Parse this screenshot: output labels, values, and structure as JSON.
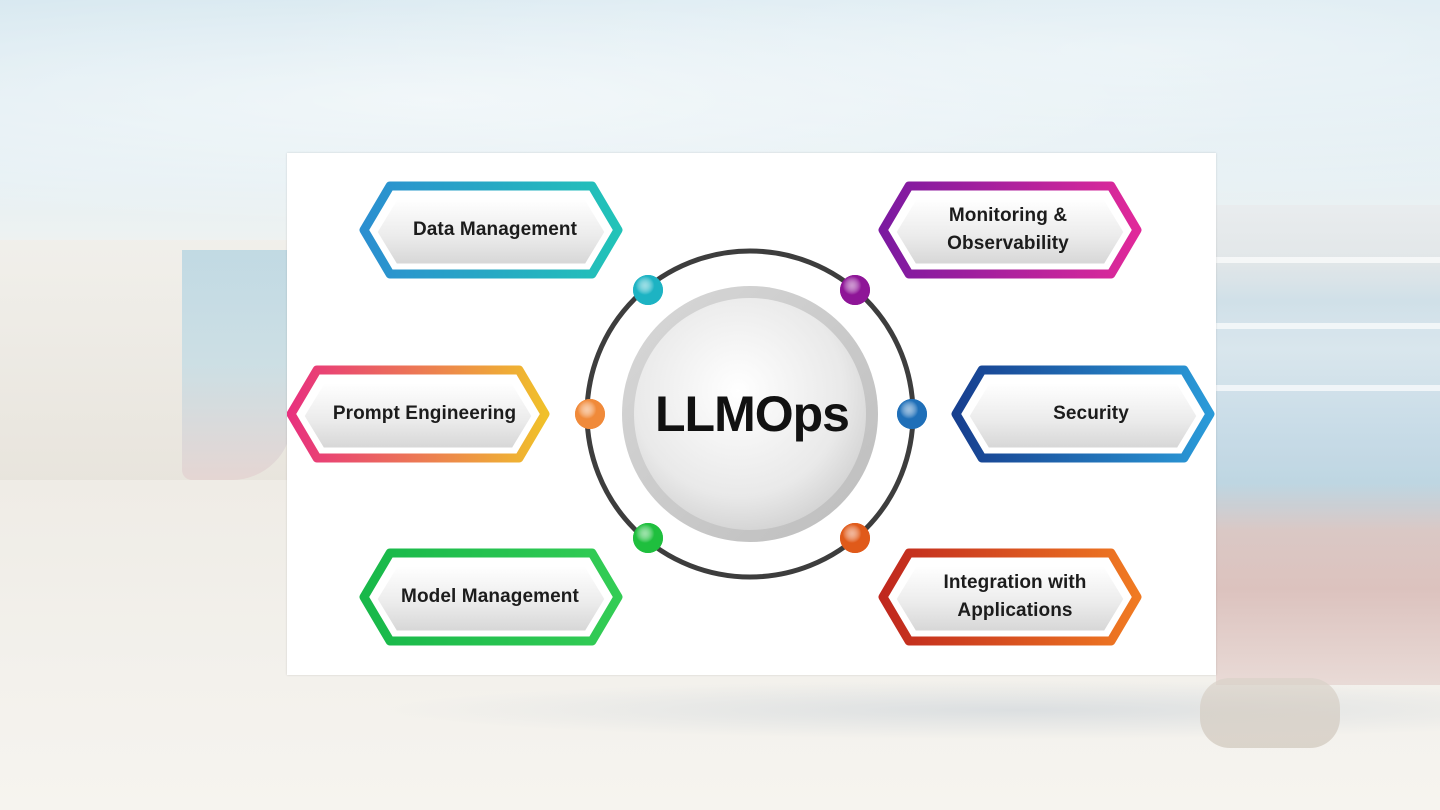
{
  "diagram": {
    "center": {
      "label": "LLMOps"
    },
    "nodes": [
      {
        "id": "data-management",
        "label": "Data Management",
        "gradient": [
          "#2b8fd0",
          "#22c3b8"
        ],
        "dot_color": "#1db3c3"
      },
      {
        "id": "prompt-engineering",
        "label": "Prompt Engineering",
        "gradient": [
          "#e8317e",
          "#f0c02a"
        ],
        "dot_color": "#f08a3a"
      },
      {
        "id": "model-management",
        "label": "Model Management",
        "gradient": [
          "#18b84a",
          "#33cc55"
        ],
        "dot_color": "#1fbf3e"
      },
      {
        "id": "monitoring-observability",
        "label": "Monitoring &\nObservability",
        "gradient": [
          "#7c1aa0",
          "#e0299a"
        ],
        "dot_color": "#8e1597"
      },
      {
        "id": "security",
        "label": "Security",
        "gradient": [
          "#173f8f",
          "#2a9ad8"
        ],
        "dot_color": "#1f6fb8"
      },
      {
        "id": "integration-applications",
        "label": "Integration with\nApplications",
        "gradient": [
          "#c0281e",
          "#f07a22"
        ],
        "dot_color": "#e05a1a"
      }
    ]
  },
  "colors": {
    "ring": "#3d3d3d",
    "card_background": "#ffffff",
    "text": "#1c1c1c"
  }
}
